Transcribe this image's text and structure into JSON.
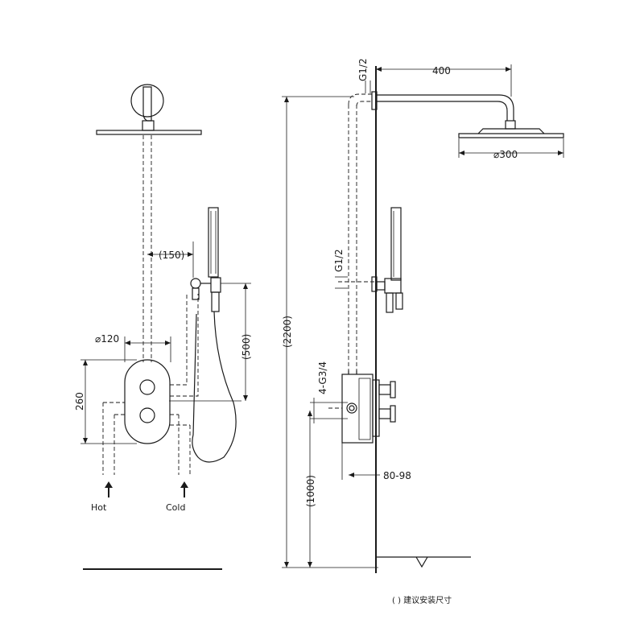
{
  "dimensions": {
    "arm_length": "400",
    "head_diameter": "⌀300",
    "top_thread": "G1/2",
    "mid_thread": "G1/2",
    "valve_thread": "4-G3/4",
    "wall_depth": "80-98",
    "total_height": "(2200)",
    "valve_height": "(1000)",
    "hand_offset": "(150)",
    "plate_diameter": "⌀120",
    "plate_height": "260",
    "hand_height": "(500)"
  },
  "labels": {
    "hot": "Hot",
    "cold": "Cold"
  },
  "note": "( ) 建议安装尺寸"
}
